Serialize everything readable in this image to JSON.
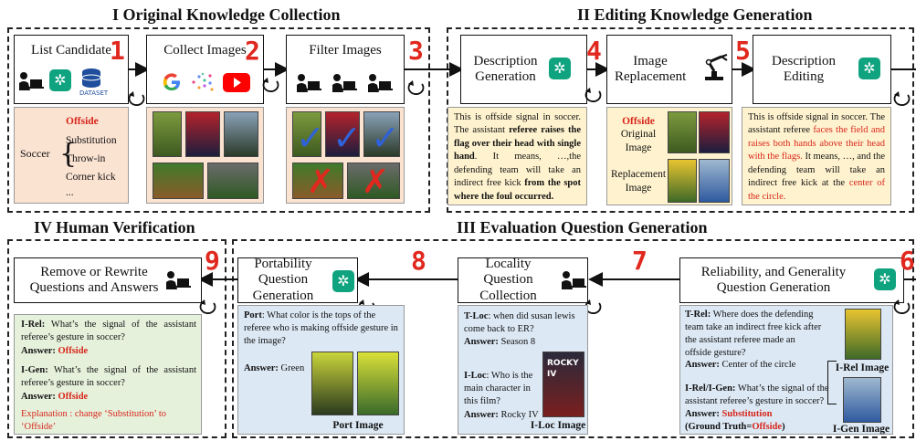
{
  "sections": {
    "s1": "I  Original Knowledge Collection",
    "s2": "II Editing Knowledge Generation",
    "s3": "III Evaluation Question Generation",
    "s4": "IV Human Verification"
  },
  "steps": {
    "n1": "1",
    "n2": "2",
    "n3": "3",
    "n4": "4",
    "n5": "5",
    "n6": "6",
    "n7": "7",
    "n8": "8",
    "n9": "9",
    "list_candidate": "List Candidate",
    "collect_images": "Collect Images",
    "filter_images": "Filter Images",
    "description_generation": "Description Generation",
    "image_replacement": "Image Replacement",
    "description_editing": "Description Editing",
    "reliability_generality": "Reliability, and Generality Question Generation",
    "locality": "Locality Question Collection",
    "portability": "Portability Question Generation",
    "remove_rewrite": "Remove or Rewrite Questions and Answers"
  },
  "dataset_label": "DATASET",
  "soccer_panel": {
    "root": "Soccer",
    "items": [
      "Offside",
      "Substitution",
      "Throw-in",
      "Corner kick",
      "..."
    ]
  },
  "desc_gen": {
    "t1": "This is offside signal in soccer. The assistant ",
    "t2": "referee raises the flag over their head with single hand",
    "t3": ". It means, …,the defending team will take an indirect free kick ",
    "t4": "from the spot where the foul occurred."
  },
  "replacement": {
    "offside": "Offside",
    "original": "Original Image",
    "replacement": "Replacement Image"
  },
  "desc_edit": {
    "t1": "This is offside signal in soccer. The assistant referee ",
    "t2": "faces the field and raises both hands above their head with the flags.",
    "t3": " It means, …, and the defending team will take an indirect free kick at the ",
    "t4": "center of the circle."
  },
  "reliability_panel": {
    "trel_label": "T-Rel:",
    "trel_q": " Where does the defending team take an indirect free kick after the assistant referee made an offside gesture?",
    "trel_ans_label": "Answer:",
    "trel_ans": " Center of the circle",
    "igen_label": "I-Rel/I-Gen:",
    "igen_q": " What’s the signal of the assistant referee’s gesture in soccer?",
    "igen_ans_label": "Answer: ",
    "igen_ans": "Substitution",
    "gt_prefix": "(Ground Truth=",
    "gt_value": "Offside",
    "gt_suffix": ")",
    "irel_caption": "I-Rel Image",
    "igen_caption": "I-Gen Image"
  },
  "locality_panel": {
    "tloc_label": "T-Loc",
    "tloc_q": ": when did susan lewis come back to ER?",
    "tloc_ans_label": "Answer:",
    "tloc_ans": " Season 8",
    "iloc_label": "I-Loc",
    "iloc_q": ": Who is the main character in this film?",
    "iloc_ans_label": "Answer:",
    "iloc_ans": " Rocky IV",
    "poster_title": "ROCKY IV",
    "caption": "I-Loc Image"
  },
  "portability_panel": {
    "port_label": "Port",
    "port_q": ": What color is the tops of the referee who is making offside gesture in the image?",
    "ans_label": "Answer:",
    "ans": " Green",
    "caption": "Port Image"
  },
  "verification_panel": {
    "irel_label": "I-Rel:",
    "irel_q": " What’s the signal of the assistant referee’s gesture in soccer?",
    "irel_ans_label": "Answer: ",
    "irel_ans": "Offside",
    "igen_label": "I-Gen:",
    "igen_q": " What’s the signal of the assistant referee’s gesture in soccer?",
    "igen_ans_label": "Answer: ",
    "igen_ans": "Offside",
    "explanation": "Explanation : change ‘Substitution’ to ‘Offside’"
  },
  "colors": {
    "accent_red": "#e0281e",
    "gpt_green": "#10a37f",
    "panel_orange": "#fbe3d2",
    "panel_yellow": "#fff3cf",
    "panel_blue": "#dce8f4",
    "panel_green": "#e6f1dc",
    "check_blue": "#2f62d8"
  },
  "icons": [
    "person-laptop-icon",
    "chatgpt-icon",
    "database-icon",
    "google-icon",
    "network-icon",
    "youtube-icon",
    "robot-arm-icon",
    "loop-arrow-icon"
  ]
}
